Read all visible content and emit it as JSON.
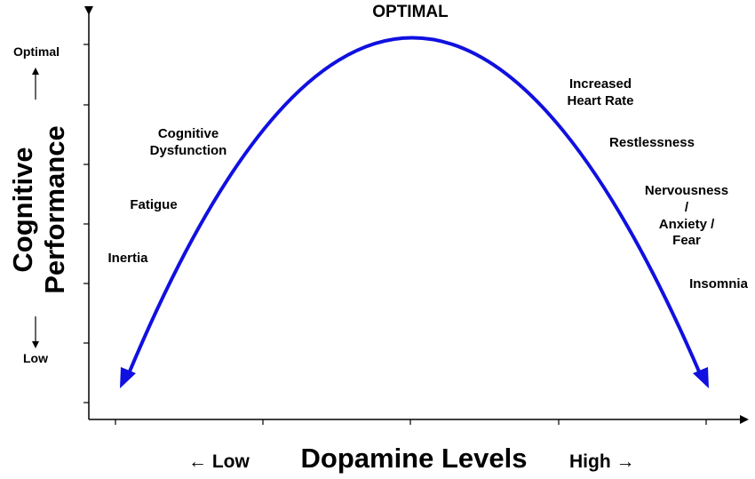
{
  "title": "OPTIMAL",
  "y_axis": {
    "label_line1": "Cognitive",
    "label_line2": "Performance",
    "top": "Optimal",
    "bottom": "Low"
  },
  "x_axis": {
    "label": "Dopamine Levels",
    "low": "Low",
    "high": "High"
  },
  "left_effects": [
    "Cognitive\nDysfunction",
    "Fatigue",
    "Inertia"
  ],
  "right_effects": [
    "Increased\nHeart Rate",
    "Restlessness",
    "Nervousness /\nAnxiety /\nFear",
    "Insomnia"
  ],
  "colors": {
    "curve": "#1010e0",
    "axis": "#000000",
    "text": "#000000"
  }
}
